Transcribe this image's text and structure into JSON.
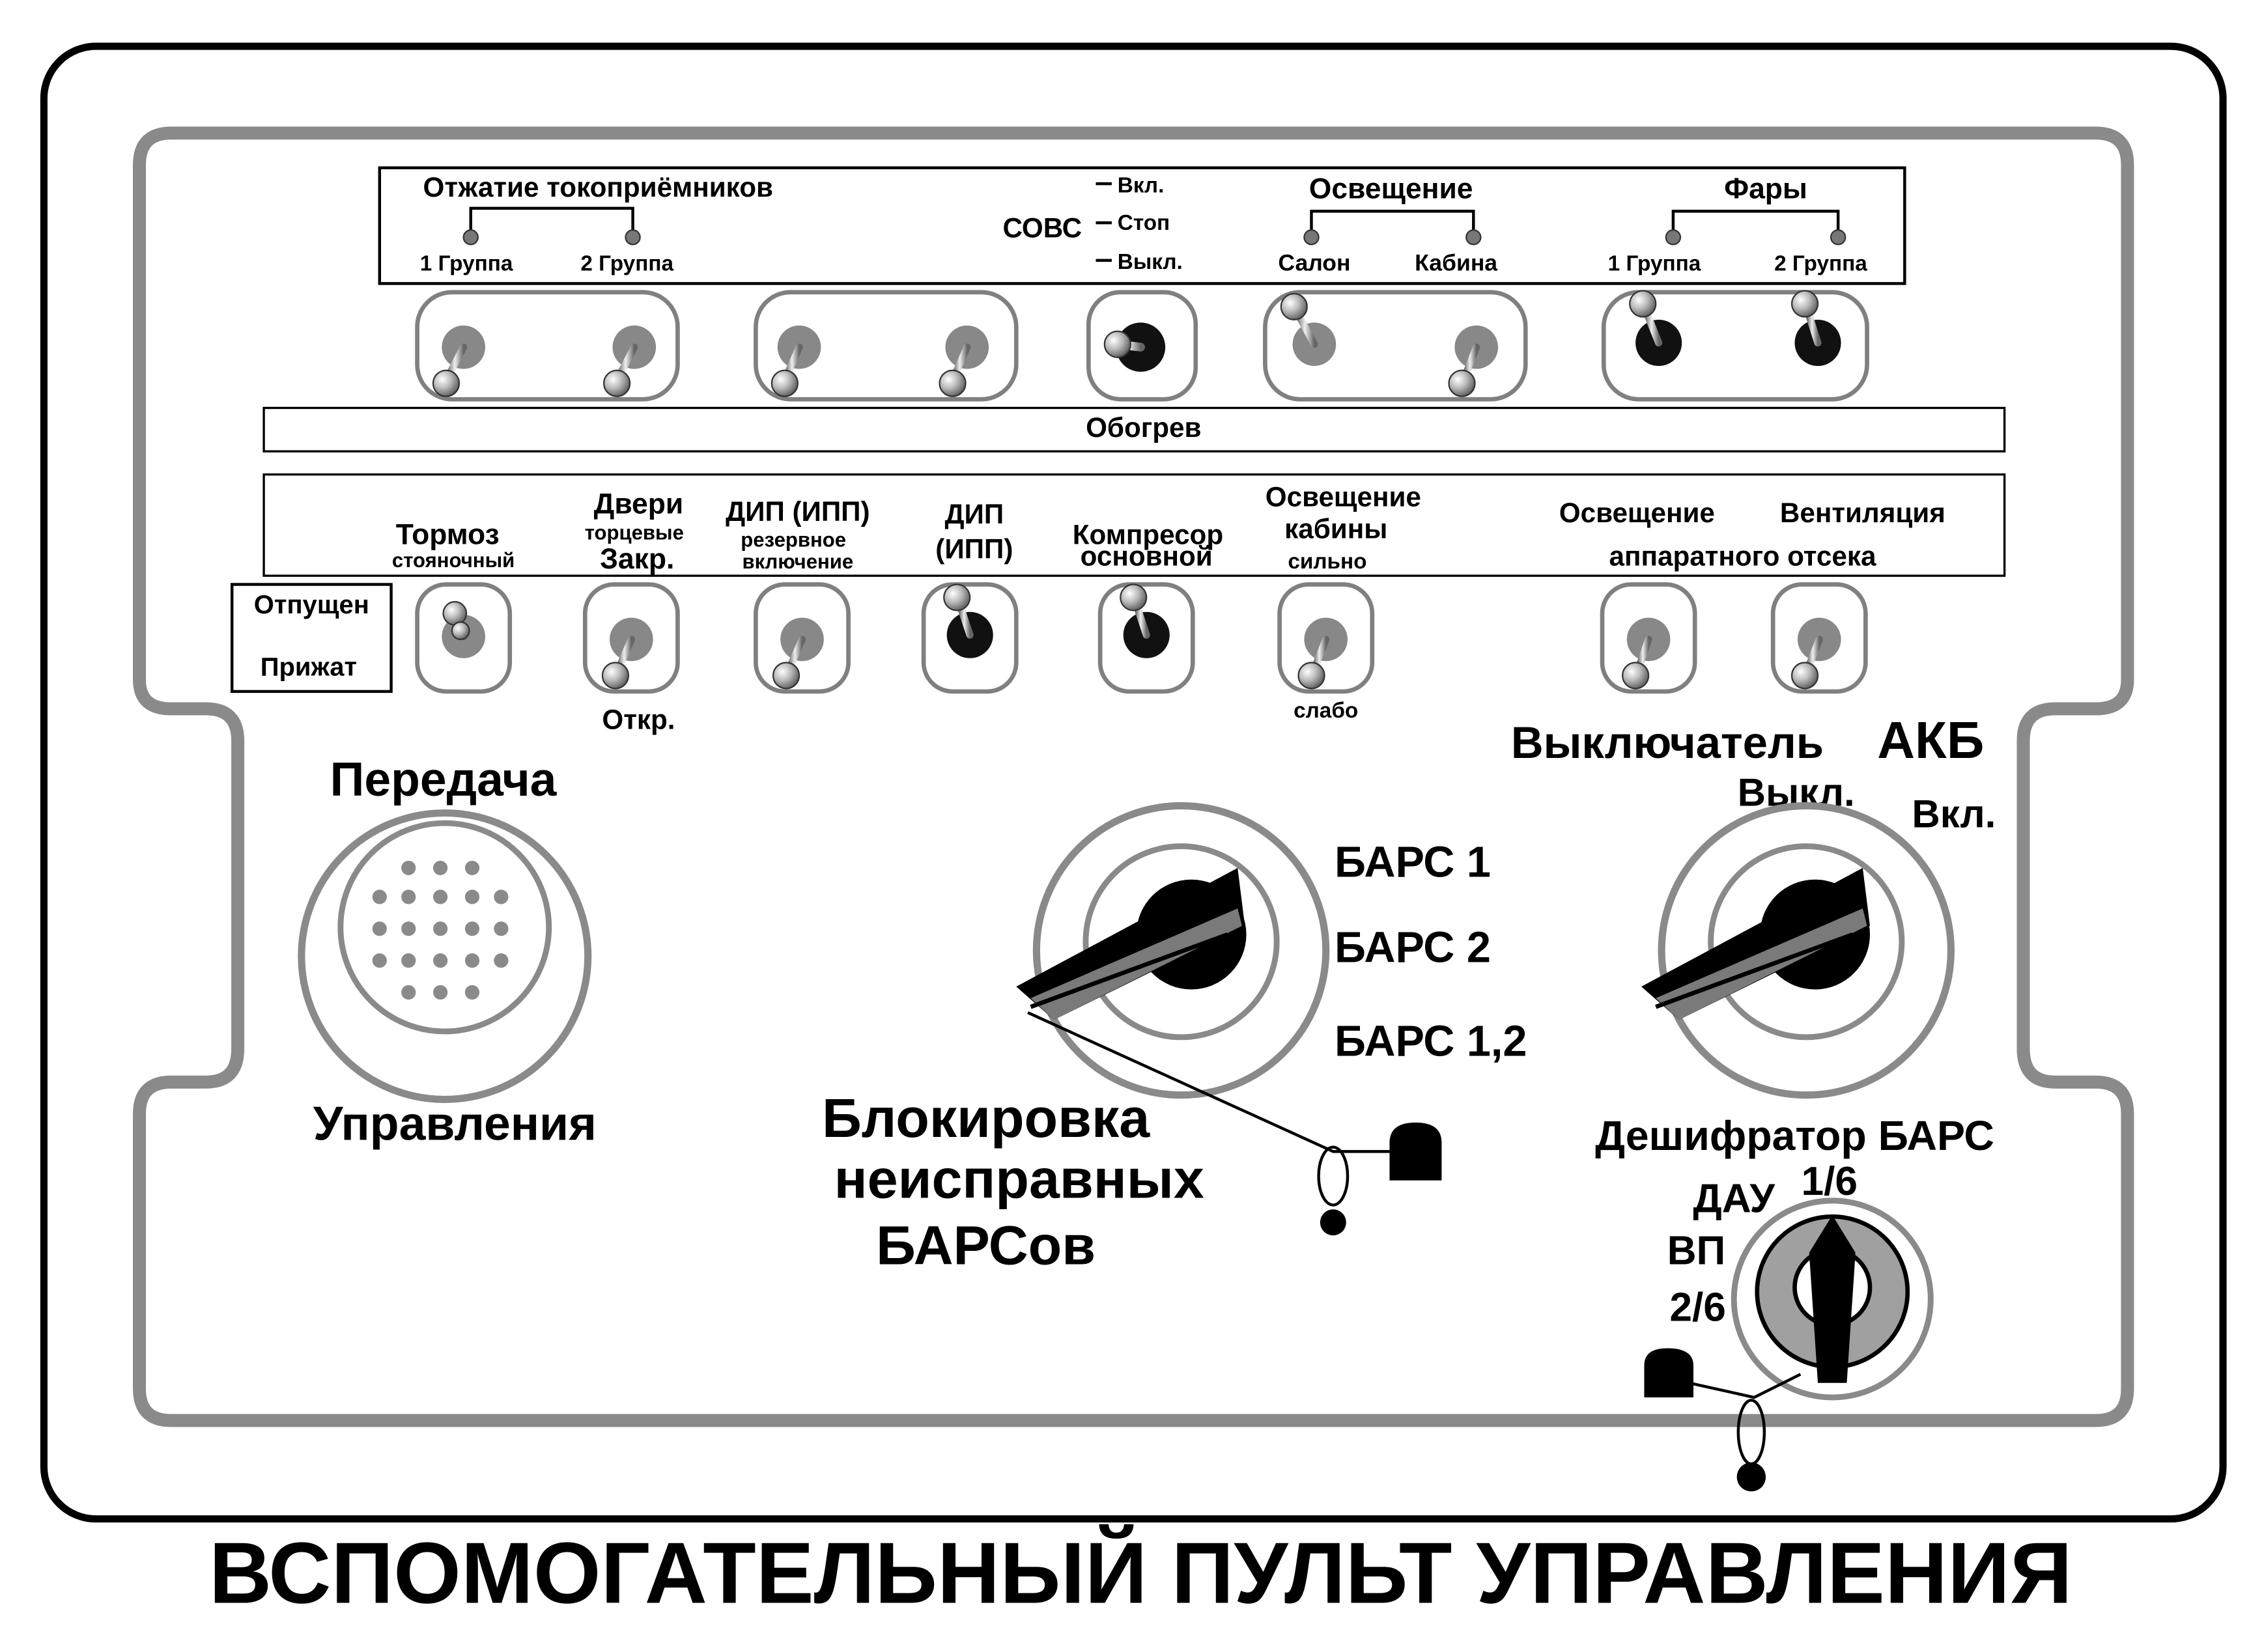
{
  "page_title": "ВСПОМОГАТЕЛЬНЫЙ ПУЛЬТ УПРАВЛЕНИЯ",
  "top_panel": {
    "pantograph": {
      "title": "Отжатие токоприёмников",
      "g1": "1 Группа",
      "g2": "2 Группа"
    },
    "sovs": {
      "title": "СОВС",
      "on": "Вкл.",
      "stop": "Стоп",
      "off": "Выкл."
    },
    "lighting": {
      "title": "Освещение",
      "salon": "Салон",
      "cabin": "Кабина"
    },
    "headlights": {
      "title": "Фары",
      "g1": "1 Группа",
      "g2": "2 Группа"
    }
  },
  "heating": {
    "label": "Обогрев"
  },
  "middle_panel": {
    "brake": {
      "title": "Тормоз",
      "sub": "стояночный"
    },
    "released": "Отпущен",
    "pressed": "Прижат",
    "doors": {
      "title": "Двери",
      "sub": "торцевые",
      "closed": "Закр.",
      "open": "Откр."
    },
    "dip_reserve": {
      "title": "ДИП (ИПП)",
      "sub1": "резервное",
      "sub2": "включение"
    },
    "dip": {
      "title1": "ДИП",
      "title2": "(ИПП)"
    },
    "compressor": {
      "title1": "Компресор",
      "title2": "основной"
    },
    "cabin_lighting": {
      "title1": "Освещение",
      "title2": "кабины",
      "strong": "сильно",
      "weak": "слабо"
    },
    "apparatus": {
      "light": "Освещение",
      "vent": "Вентиляция",
      "compartment": "аппаратного отсека"
    }
  },
  "transmission": {
    "top": "Передача",
    "bottom": "Управления"
  },
  "bars_block": {
    "opt1": "БАРС 1",
    "opt2": "БАРС 2",
    "opt3": "БАРС 1,2",
    "title1": "Блокировка",
    "title2": "неисправных",
    "title3": "БАРСов"
  },
  "battery": {
    "title_a": "Выключатель",
    "title_b": "АКБ",
    "off": "Выкл.",
    "on": "Вкл."
  },
  "decoder": {
    "title": "Дешифратор БАРС",
    "p16": "1/6",
    "dau": "ДАУ",
    "vp": "ВП",
    "p26": "2/6"
  }
}
